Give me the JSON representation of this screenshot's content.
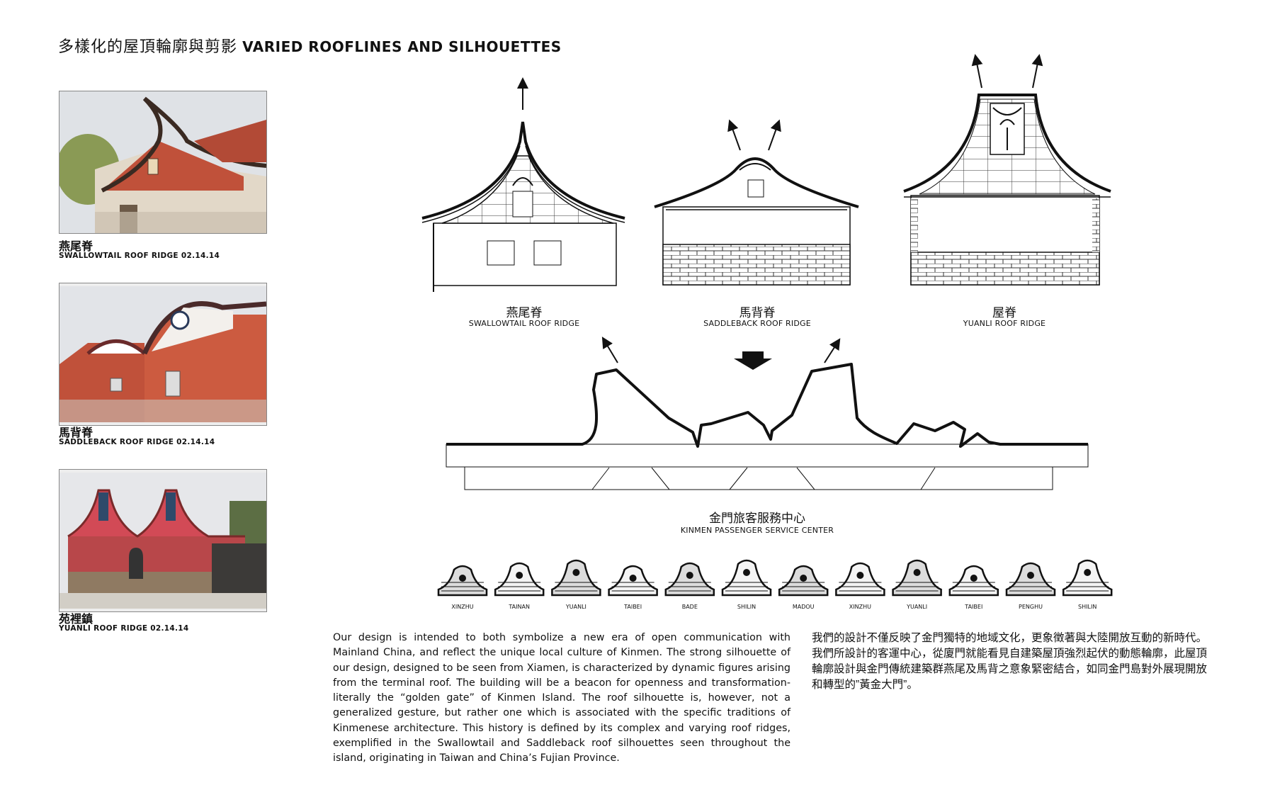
{
  "title": {
    "zh": "多樣化的屋頂輪廓與剪影",
    "en": "VARIED ROOFLINES AND SILHOUETTES"
  },
  "photos": [
    {
      "zh": "燕尾脊",
      "en": "SWALLOWTAIL ROOF RIDGE 02.14.14"
    },
    {
      "zh": "馬背脊",
      "en": "SADDLEBACK ROOF RIDGE 02.14.14"
    },
    {
      "zh": "苑裡鎮",
      "en": "YUANLI ROOF RIDGE 02.14.14"
    }
  ],
  "roofs": [
    {
      "zh": "燕尾脊",
      "en": "SWALLOWTAIL ROOF RIDGE"
    },
    {
      "zh": "馬背脊",
      "en": "SADDLEBACK ROOF RIDGE"
    },
    {
      "zh": "屋脊",
      "en": "YUANLI ROOF RIDGE"
    }
  ],
  "center": {
    "zh": "金門旅客服務中心",
    "en": "KINMEN PASSENGER SERVICE CENTER"
  },
  "ridge_samples": [
    "XINZHU",
    "TAINAN",
    "YUANLI",
    "TAIBEI",
    "BADE",
    "SHILIN",
    "MADOU",
    "XINZHU",
    "YUANLI",
    "TAIBEI",
    "PENGHU",
    "SHILIN"
  ],
  "text": {
    "en": "Our design is intended to both symbolize a new era of open communication with Mainland China, and reflect the unique local culture of Kinmen. The strong silhouette of our design, designed to be seen from Xiamen, is characterized by dynamic figures arising from the terminal roof. The building will be a beacon for openness and transformation- literally the “golden gate” of Kinmen Island. The roof silhouette is, however, not a generalized gesture, but rather one which is associated with the specific traditions of Kinmenese architecture. This history is defined by its complex and varying roof ridges, exemplified in the Swallowtail and Saddleback roof silhouettes seen throughout the island, originating in Taiwan and China’s Fujian Province.",
    "zh": "我們的設計不僅反映了金門獨特的地域文化，更象徵著與大陸開放互動的新時代。我們所設計的客運中心，從廈門就能看見自建築屋頂強烈起伏的動態輪廓，此屋頂輪廓設計與金門傳統建築群燕尾及馬背之意象緊密結合，如同金門島對外展現開放和轉型的”黃金大門”。"
  },
  "colors": {
    "brick": "#c0513a",
    "ink": "#111111",
    "sky": "#e8e8ec"
  }
}
